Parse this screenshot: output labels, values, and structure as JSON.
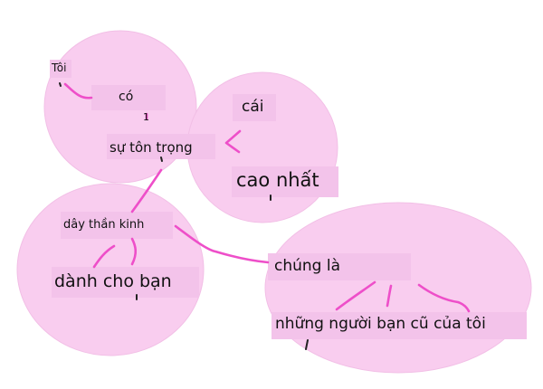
{
  "colors": {
    "bubble": "#f9cdef",
    "bubble_edge": "#f2bfe6",
    "connector": "#ee4fc9",
    "label_bg": "#f3c3ea",
    "text": "#111111",
    "tick": "#222222"
  },
  "nodes": {
    "toi": "Tôi",
    "co": "có",
    "mot": "1",
    "su_ton_trong": "sự tôn trọng",
    "cai": "cái",
    "cao_nhat": "cao nhất",
    "day_than_kinh": "dây thần kinh",
    "danh_cho_ban": "dành cho bạn",
    "chung_la": "chúng là",
    "nhung_nguoi_ban": "những người bạn cũ của tôi"
  }
}
